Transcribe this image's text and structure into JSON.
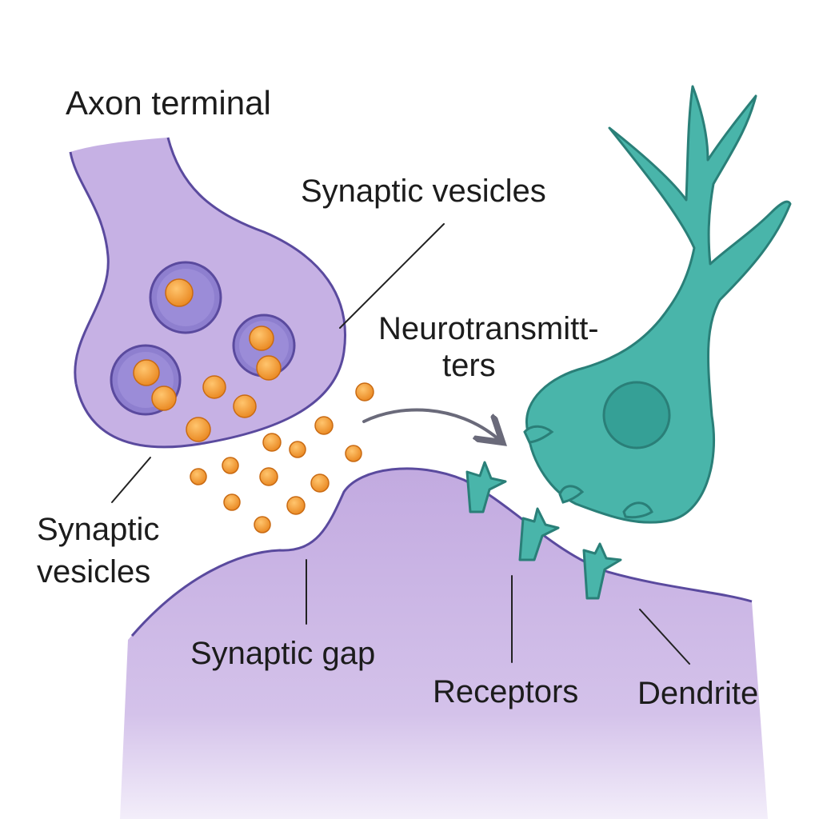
{
  "labels": {
    "axon_terminal": "Axon terminal",
    "synaptic_vesicles_top": "Synaptic vesicles",
    "neurotransmitters_line1": "Neurotransmitt-",
    "neurotransmitters_line2": "ters",
    "synaptic_vesicles_left_line1": "Synaptic",
    "synaptic_vesicles_left_line2": "vesicles",
    "synaptic_gap": "Synaptic gap",
    "receptors": "Receptors",
    "dendrite": "Dendrite"
  },
  "colors": {
    "axon_fill": "#c6b1e4",
    "axon_outline": "#5a4a9e",
    "vesicle_fill": "#8e7fcf",
    "neurotransmitter": "#f0a03c",
    "neuron_fill": "#49b5aa",
    "neuron_outline": "#2a7f78",
    "nucleus_fill": "#35a096",
    "dendrite_fill": "#c9b2e2",
    "arrow": "#6a6a7a"
  }
}
